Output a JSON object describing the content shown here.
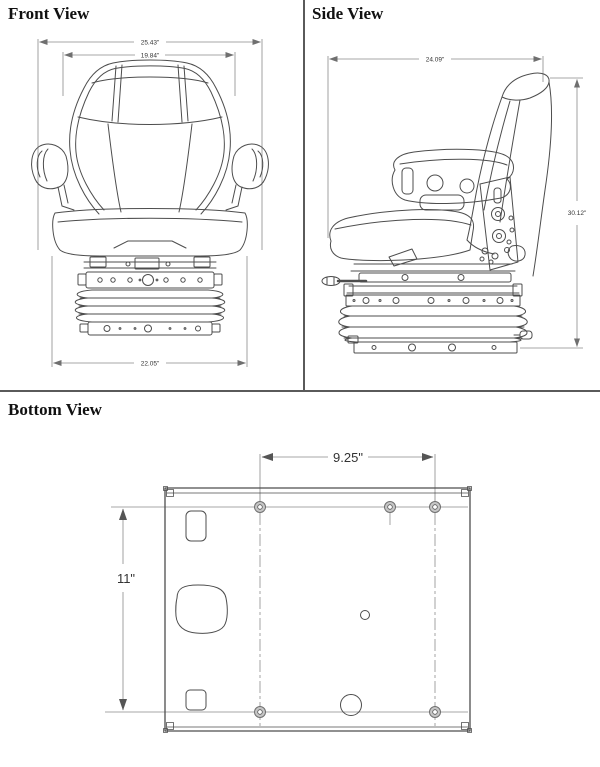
{
  "page": {
    "background": "#ffffff",
    "line_color": "#4d4d4d",
    "dimension_color": "#8a8a8a"
  },
  "front_view": {
    "title": "Front View",
    "dims": {
      "overall_width": "25.43\"",
      "backrest_width": "19.84\"",
      "base_width": "22.05\""
    }
  },
  "side_view": {
    "title": "Side View",
    "dims": {
      "overall_depth": "24.09\"",
      "overall_height": "30.12\""
    }
  },
  "bottom_view": {
    "title": "Bottom View",
    "dims": {
      "hole_spacing_width": "9.25\"",
      "hole_spacing_depth": "11\""
    }
  }
}
